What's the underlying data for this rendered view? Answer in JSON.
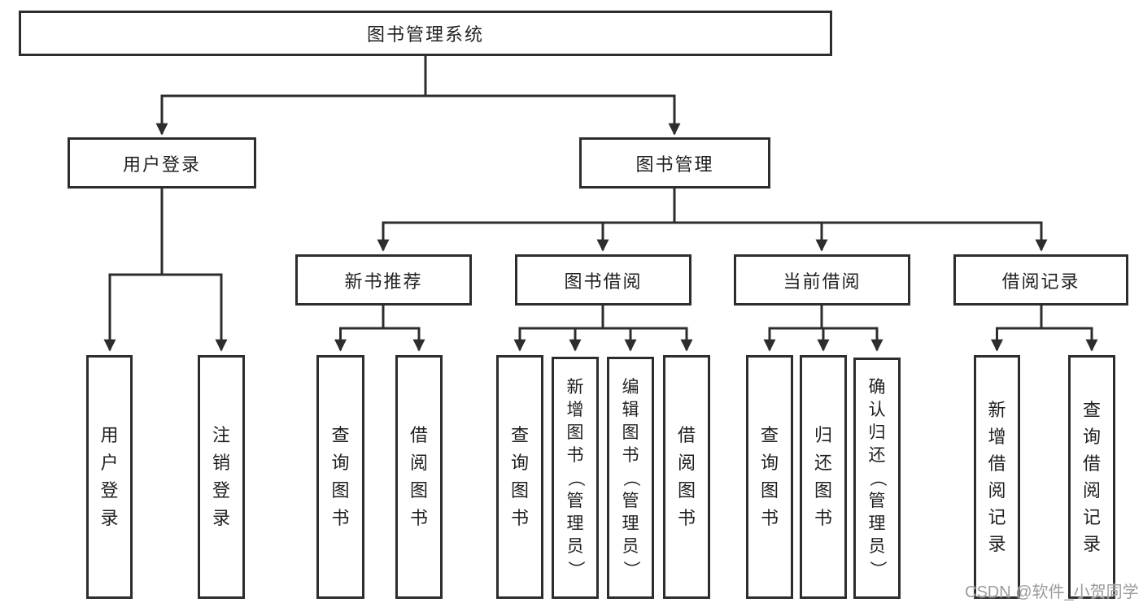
{
  "diagram": {
    "watermark": "CSDN @软件_小贺同学",
    "colors": {
      "line": "#2d2d2d",
      "box_border": "#2d2d2d",
      "box_background": "#ffffff",
      "text": "#1f1f1f",
      "watermark_text": "#9b9b9b"
    },
    "nodes": {
      "root": {
        "label": "图书管理系统"
      },
      "login": {
        "label": "用户登录"
      },
      "mgmt": {
        "label": "图书管理"
      },
      "rec": {
        "label": "新书推荐"
      },
      "borrow": {
        "label": "图书借阅"
      },
      "current": {
        "label": "当前借阅"
      },
      "record": {
        "label": "借阅记录"
      },
      "login_user": {
        "label": "用户登录"
      },
      "login_logout": {
        "label": "注销登录"
      },
      "rec_query": {
        "label": "查询图书"
      },
      "rec_borrow": {
        "label": "借阅图书"
      },
      "borrow_query": {
        "label": "查询图书"
      },
      "borrow_add": {
        "label": "新增图书（管理员）"
      },
      "borrow_edit": {
        "label": "编辑图书（管理员）"
      },
      "borrow_lend": {
        "label": "借阅图书"
      },
      "current_query": {
        "label": "查询图书"
      },
      "current_return": {
        "label": "归还图书"
      },
      "current_confirm": {
        "label": "确认归还（管理员）"
      },
      "record_add": {
        "label": "新增借阅记录"
      },
      "record_query": {
        "label": "查询借阅记录"
      }
    },
    "edges": [
      {
        "from": "root",
        "to": [
          "login",
          "mgmt"
        ]
      },
      {
        "from": "login",
        "to": [
          "login_user",
          "login_logout"
        ]
      },
      {
        "from": "mgmt",
        "to": [
          "rec",
          "borrow",
          "current",
          "record"
        ]
      },
      {
        "from": "rec",
        "to": [
          "rec_query",
          "rec_borrow"
        ]
      },
      {
        "from": "borrow",
        "to": [
          "borrow_query",
          "borrow_add",
          "borrow_edit",
          "borrow_lend"
        ]
      },
      {
        "from": "current",
        "to": [
          "current_query",
          "current_return",
          "current_confirm"
        ]
      },
      {
        "from": "record",
        "to": [
          "record_add",
          "record_query"
        ]
      }
    ]
  }
}
